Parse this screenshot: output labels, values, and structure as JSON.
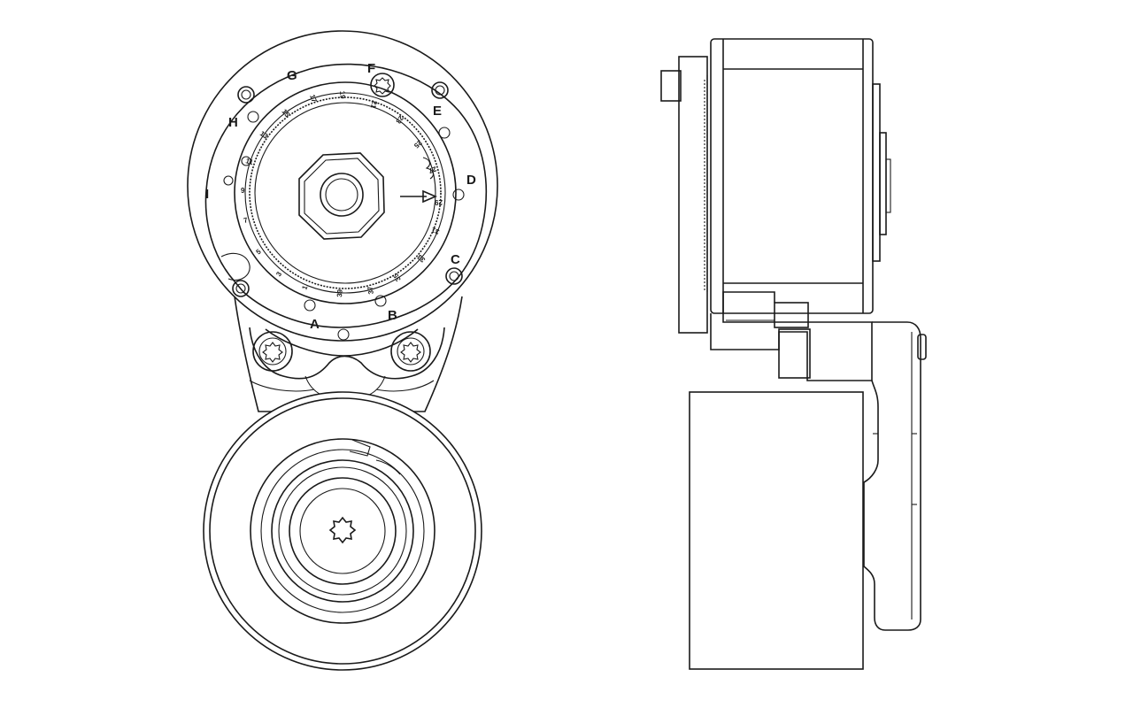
{
  "title": "",
  "ring_letters": [
    "A",
    "B",
    "C",
    "D",
    "E",
    "F",
    "G",
    "H",
    "I"
  ],
  "scale_numbers": [
    "1",
    "3",
    "5",
    "7",
    "9",
    "11",
    "13",
    "15",
    "17",
    "19",
    "21",
    "23",
    "25",
    "27",
    "29",
    "31",
    "33",
    "35",
    "37",
    "39",
    "41"
  ],
  "line_color": "#1a1a1a",
  "background_color": "#ffffff"
}
